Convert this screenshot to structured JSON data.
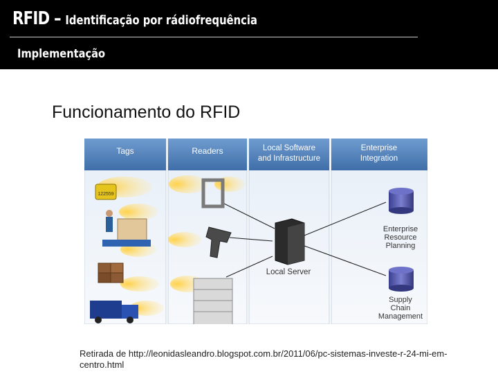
{
  "header": {
    "title": "RFID",
    "dash": " – ",
    "subtitle": "Identificação por rádiofrequência",
    "section": "Implementação"
  },
  "content": {
    "heading": "Funcionamento do RFID"
  },
  "diagram": {
    "columns": [
      "Tags",
      "Readers",
      "Local Software and Infrastructure",
      "Enterprise Integration"
    ],
    "tag_id": "122559",
    "local_server": "Local Server",
    "erp": [
      "Enterprise",
      "Resource",
      "Planning"
    ],
    "scm": [
      "Supply",
      "Chain",
      "Management"
    ]
  },
  "caption": "Retirada de http://leonidasleandro.blogspot.com.br/2011/06/pc-sistemas-investe-r-24-mi-em-centro.html"
}
